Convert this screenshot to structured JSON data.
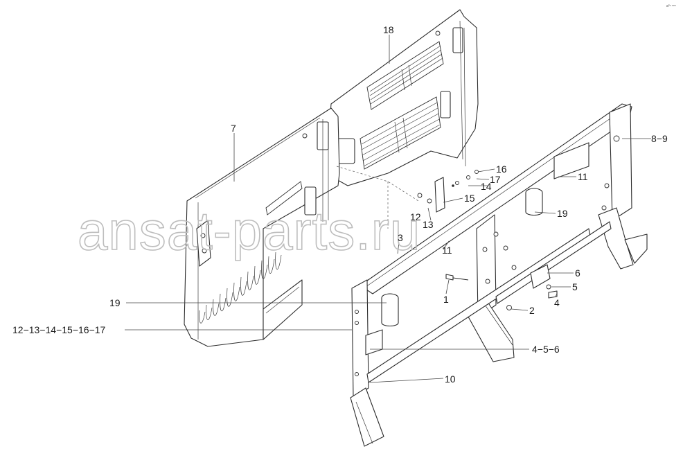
{
  "corner_mark": "a⁰ⁿ ᵒᵒᵒ",
  "watermark": "ansat-parts.ru",
  "callouts": [
    {
      "id": "c18",
      "text": "18"
    },
    {
      "id": "c7",
      "text": "7"
    },
    {
      "id": "c8-9",
      "text": "8−9"
    },
    {
      "id": "c11a",
      "text": "11"
    },
    {
      "id": "c16",
      "text": "16"
    },
    {
      "id": "c17",
      "text": "17"
    },
    {
      "id": "c14",
      "text": "14"
    },
    {
      "id": "c15",
      "text": "15"
    },
    {
      "id": "c19a",
      "text": "19"
    },
    {
      "id": "c12",
      "text": "12"
    },
    {
      "id": "c13",
      "text": "13"
    },
    {
      "id": "c3",
      "text": "3"
    },
    {
      "id": "c11b",
      "text": "11"
    },
    {
      "id": "c6",
      "text": "6"
    },
    {
      "id": "c5",
      "text": "5"
    },
    {
      "id": "c19b",
      "text": "19"
    },
    {
      "id": "c1",
      "text": "1"
    },
    {
      "id": "c2",
      "text": "2"
    },
    {
      "id": "c4",
      "text": "4"
    },
    {
      "id": "c12-17",
      "text": "12−13−14−15−16−17"
    },
    {
      "id": "c4-6",
      "text": "4−5−6"
    },
    {
      "id": "c10",
      "text": "10"
    }
  ]
}
